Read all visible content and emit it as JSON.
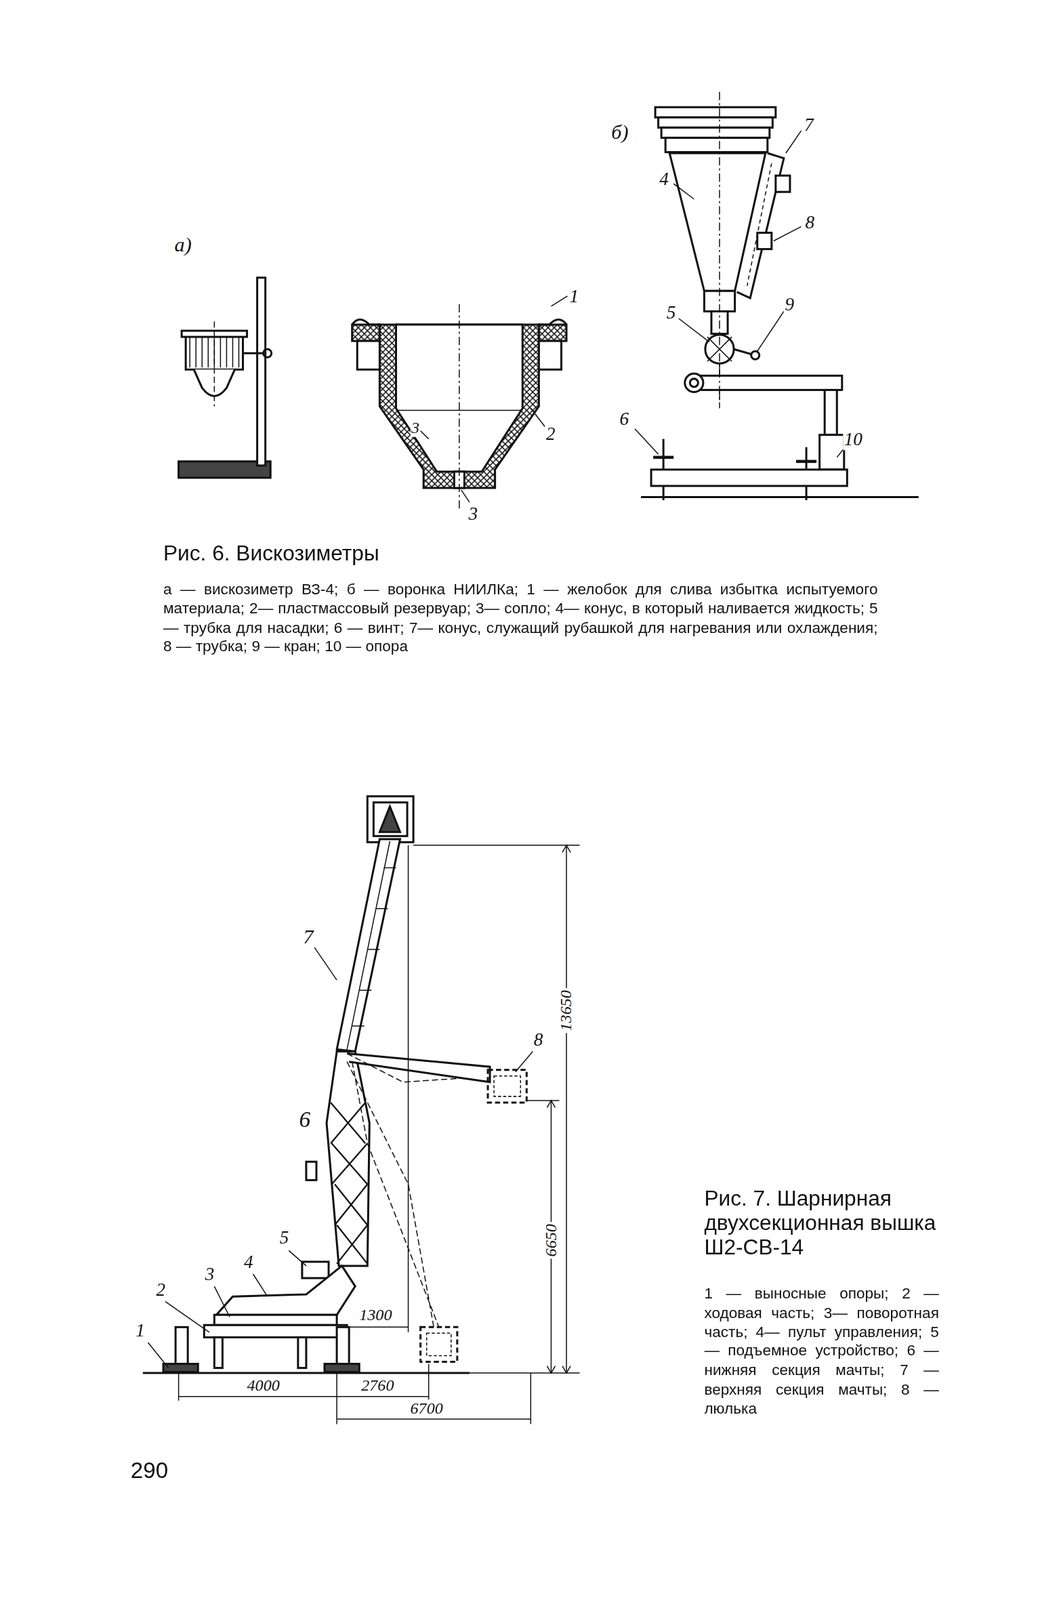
{
  "diagram": {
    "labels": [
      "а)",
      "б)",
      "1",
      "2",
      "3",
      "3",
      "4",
      "7",
      "8",
      "5",
      "9",
      "6",
      "10",
      "Рис. 6. Вискозиметры",
      "а — вискозиметр ВЗ-4; б — воронка НИИЛКа; 1 — желобок для слива избытка испытуемого материала; 2— пластмассовый резервуар; 3— сопло; 4— конус, в который наливается жидкость; 5— трубка для насадки; 6 — винт; 7— конус, служащий рубашкой для нагревания или охлаждения; 8 — трубка; 9 — кран; 10 — опора",
      "7",
      "8",
      "6",
      "5",
      "4",
      "3",
      "2",
      "1",
      "13650",
      "6650",
      "1300",
      "4000",
      "2760",
      "6700",
      "Рис. 7. Шарнирная двухсекционная вышка Ш2-СВ-14",
      "1 — выносные опоры; 2 — ходовая часть; 3— поворотная часть; 4— пульт управления; 5 — подъемное устройство; 6 — нижняя секция мачты; 7 — верхняя секция мачты; 8 — люлька",
      "290"
    ]
  }
}
